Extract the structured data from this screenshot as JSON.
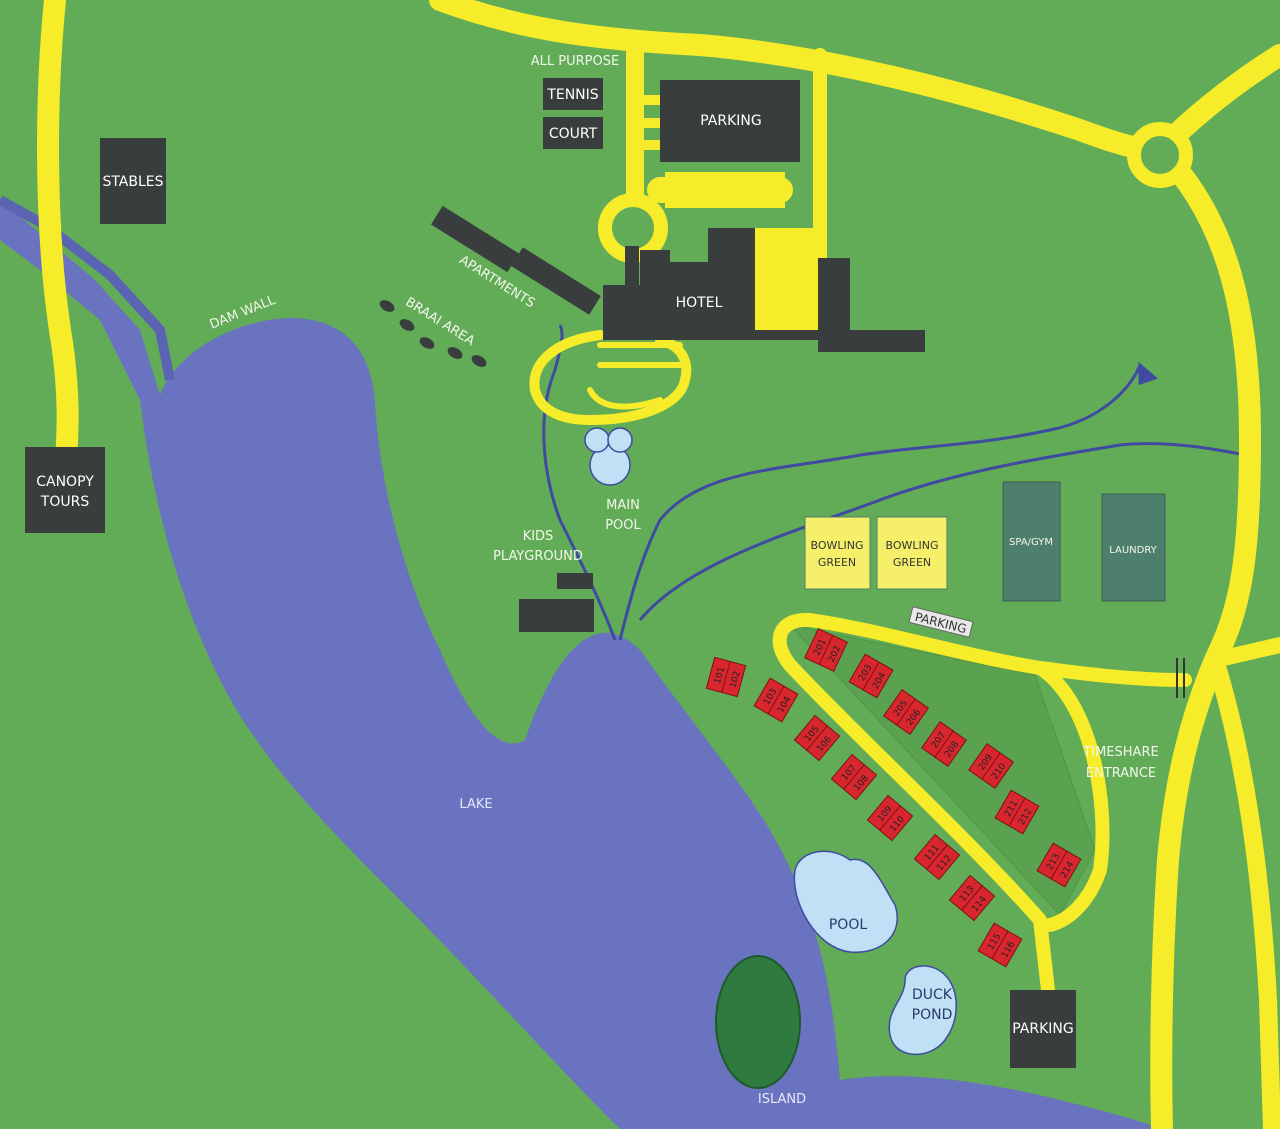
{
  "colors": {
    "grass": "#62ac58",
    "road": "#f6ec2a",
    "lake": "#6a73c0",
    "river": "#3f4aa0",
    "pool": "#bfe0f5",
    "building": "#3a3d3e",
    "bowling": "#f5ef6a",
    "spa": "#4d7f6c",
    "unit": "#d8262e",
    "island": "#2f7a3e"
  },
  "labels": {
    "all_purpose": "ALL PURPOSE",
    "tennis": "TENNIS",
    "court": "COURT",
    "parking_top": "PARKING",
    "stables": "STABLES",
    "apartments": "APARTMENTS",
    "hotel": "HOTEL",
    "dam_wall": "DAM WALL",
    "braai_area": "BRAAI AREA",
    "canopy_l1": "CANOPY",
    "canopy_l2": "TOURS",
    "main_pool_l1": "MAIN",
    "main_pool_l2": "POOL",
    "kids_l1": "KIDS",
    "kids_l2": "PLAYGROUND",
    "bowling_a_l1": "BOWLING",
    "bowling_a_l2": "GREEN",
    "bowling_b_l1": "BOWLING",
    "bowling_b_l2": "GREEN",
    "spa_gym": "SPA/GYM",
    "laundry": "LAUNDRY",
    "parking_road": "PARKING",
    "timeshare_l1": "TIMESHARE",
    "timeshare_l2": "ENTRANCE",
    "lake": "LAKE",
    "pool": "POOL",
    "duck_l1": "DUCK",
    "duck_l2": "POND",
    "parking_bottom": "PARKING",
    "island": "ISLAND"
  },
  "units": {
    "u101_102": [
      "101",
      "102"
    ],
    "u103_104": [
      "103",
      "104"
    ],
    "u105_106": [
      "105",
      "106"
    ],
    "u107_108": [
      "107",
      "108"
    ],
    "u109_110": [
      "109",
      "110"
    ],
    "u111_112": [
      "111",
      "112"
    ],
    "u113_114": [
      "113",
      "114"
    ],
    "u115_116": [
      "115",
      "116"
    ],
    "u201_202": [
      "201",
      "202"
    ],
    "u203_204": [
      "203",
      "204"
    ],
    "u205_206": [
      "205",
      "206"
    ],
    "u207_208": [
      "207",
      "208"
    ],
    "u209_210": [
      "209",
      "210"
    ],
    "u211_212": [
      "211",
      "212"
    ],
    "u213_214": [
      "213",
      "214"
    ]
  }
}
